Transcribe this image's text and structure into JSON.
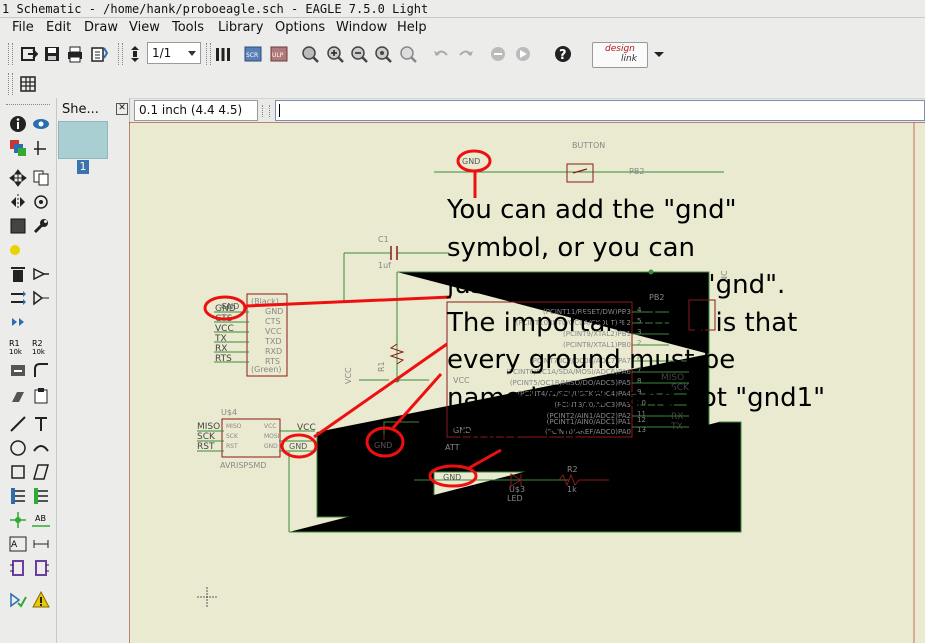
{
  "window": {
    "title": "1 Schematic - /home/hank/proboeagle.sch - EAGLE 7.5.0 Light"
  },
  "menu": [
    {
      "label": "File",
      "key": "F"
    },
    {
      "label": "Edit",
      "key": "E"
    },
    {
      "label": "Draw",
      "key": "D"
    },
    {
      "label": "View",
      "key": "V"
    },
    {
      "label": "Tools",
      "key": "T"
    },
    {
      "label": "Library",
      "key": "L"
    },
    {
      "label": "Options",
      "key": "O"
    },
    {
      "label": "Window",
      "key": "W"
    },
    {
      "label": "Help",
      "key": "H"
    }
  ],
  "toolbar": {
    "sheet_select": "1/1",
    "design_link_top": "design",
    "design_link_bottom": "link"
  },
  "sheets": {
    "tab_label": "She...",
    "sheet_number": "1"
  },
  "coordinates": "0.1 inch (4.4 4.5)",
  "command_input": "",
  "annotation_text": "You can add the \"gnd\"\nsymbol, or you can\njust name any wire \"gnd\".\nThe important thing is that\nevery ground must be\nnamed \"gnd\" and not \"gnd1\"\n\"gnd2\" etc.",
  "schematic": {
    "labels": {
      "button": "BUTTON",
      "pb2": "PB2",
      "c1": "C1",
      "c1_value": "1uf",
      "pb2b": "PB2",
      "black": "(Black)",
      "green": "(Green)",
      "r1": "R1",
      "vcc_side": "VCC",
      "u4": "U$4",
      "avrisp": "AVRISPSMD",
      "att": "ATT",
      "u3": "U$3",
      "led": "LED",
      "r2": "R2",
      "r2_value": "1k",
      "nc": "NC"
    },
    "gnd_labels": [
      "GND",
      "GND",
      "GND",
      "GND",
      "GND"
    ],
    "ftdi_pins": [
      "GND",
      "CTS",
      "VCC",
      "TX",
      "RX",
      "RTS"
    ],
    "ftdi_pins_inner": [
      "GND",
      "CTS",
      "VCC",
      "TXD",
      "RXD",
      "RTS"
    ],
    "isp_pins": [
      "MISO",
      "SCK",
      "RST"
    ],
    "isp_inner": [
      "MISO",
      "SCK",
      "RST"
    ],
    "isp_right": [
      "VCC",
      "MOSI",
      "GND"
    ],
    "mcu_pins": [
      "(PCINT11/RESET/DW)PB3",
      "(PCINT10/INT0/OC0A/CKOUT)PB2",
      "(PCINT9/XTAL2)PB1",
      "(PCINT8/XTAL1)PB0",
      "(PCINT7/ICP/OC0B/ADC7)PA7",
      "(PCINT6/OC1A/SDA/MOSI/ADC6)PA6",
      "(PCINT5/OC1B/MISO/DO/ADC5)PA5",
      "(PCINT4/T1/SCL/USCK/ADC4)PA4",
      "(PCINT3/T0/ADC3)PA3",
      "(PCINT2/AIN1/ADC2)PA2",
      "(PCINT1/AIN0/ADC1)PA1",
      "(PCINT0/AREF/ADC0)PA0"
    ],
    "mcu_left": [
      "VCC",
      "GND"
    ],
    "mcu_pin_numbers": [
      "4",
      "5",
      "3",
      "2",
      "6",
      "7",
      "8",
      "9",
      "10",
      "11",
      "12",
      "13"
    ],
    "net_labels": [
      "MISO",
      "SCK",
      "RX",
      "TX"
    ]
  }
}
